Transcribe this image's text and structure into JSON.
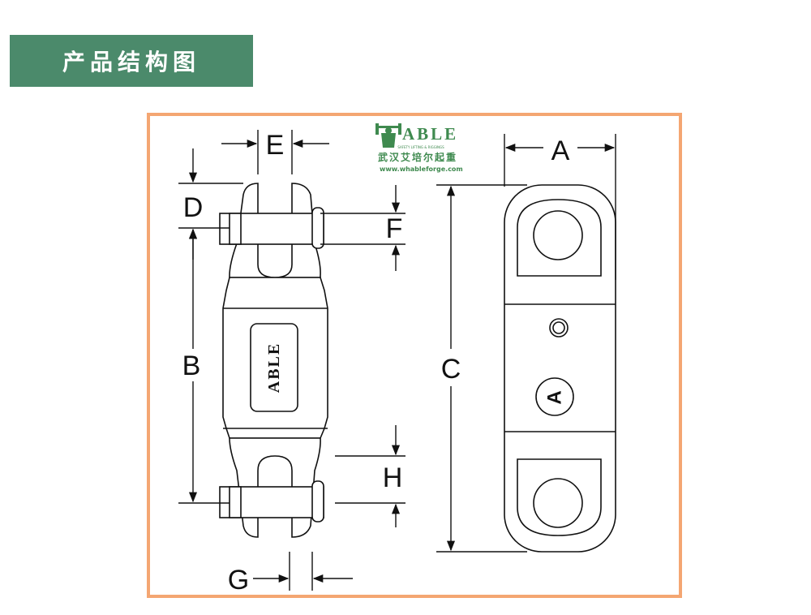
{
  "header": {
    "title": "产品结构图"
  },
  "logo": {
    "brand": "ABLE",
    "tagline": "SAFETY LIFTING & RIGGINGS",
    "company": "武汉艾培尔起重",
    "website": "www.whableforge.com"
  },
  "product": {
    "stamp": "ABLE",
    "mark": "A"
  },
  "dimensions": {
    "A": "A",
    "B": "B",
    "C": "C",
    "D": "D",
    "E": "E",
    "F": "F",
    "G": "G",
    "H": "H"
  },
  "colors": {
    "banner": "#4b8a6b",
    "frame": "#f4a672",
    "logo": "#3f8a4f",
    "ink": "#111111"
  }
}
